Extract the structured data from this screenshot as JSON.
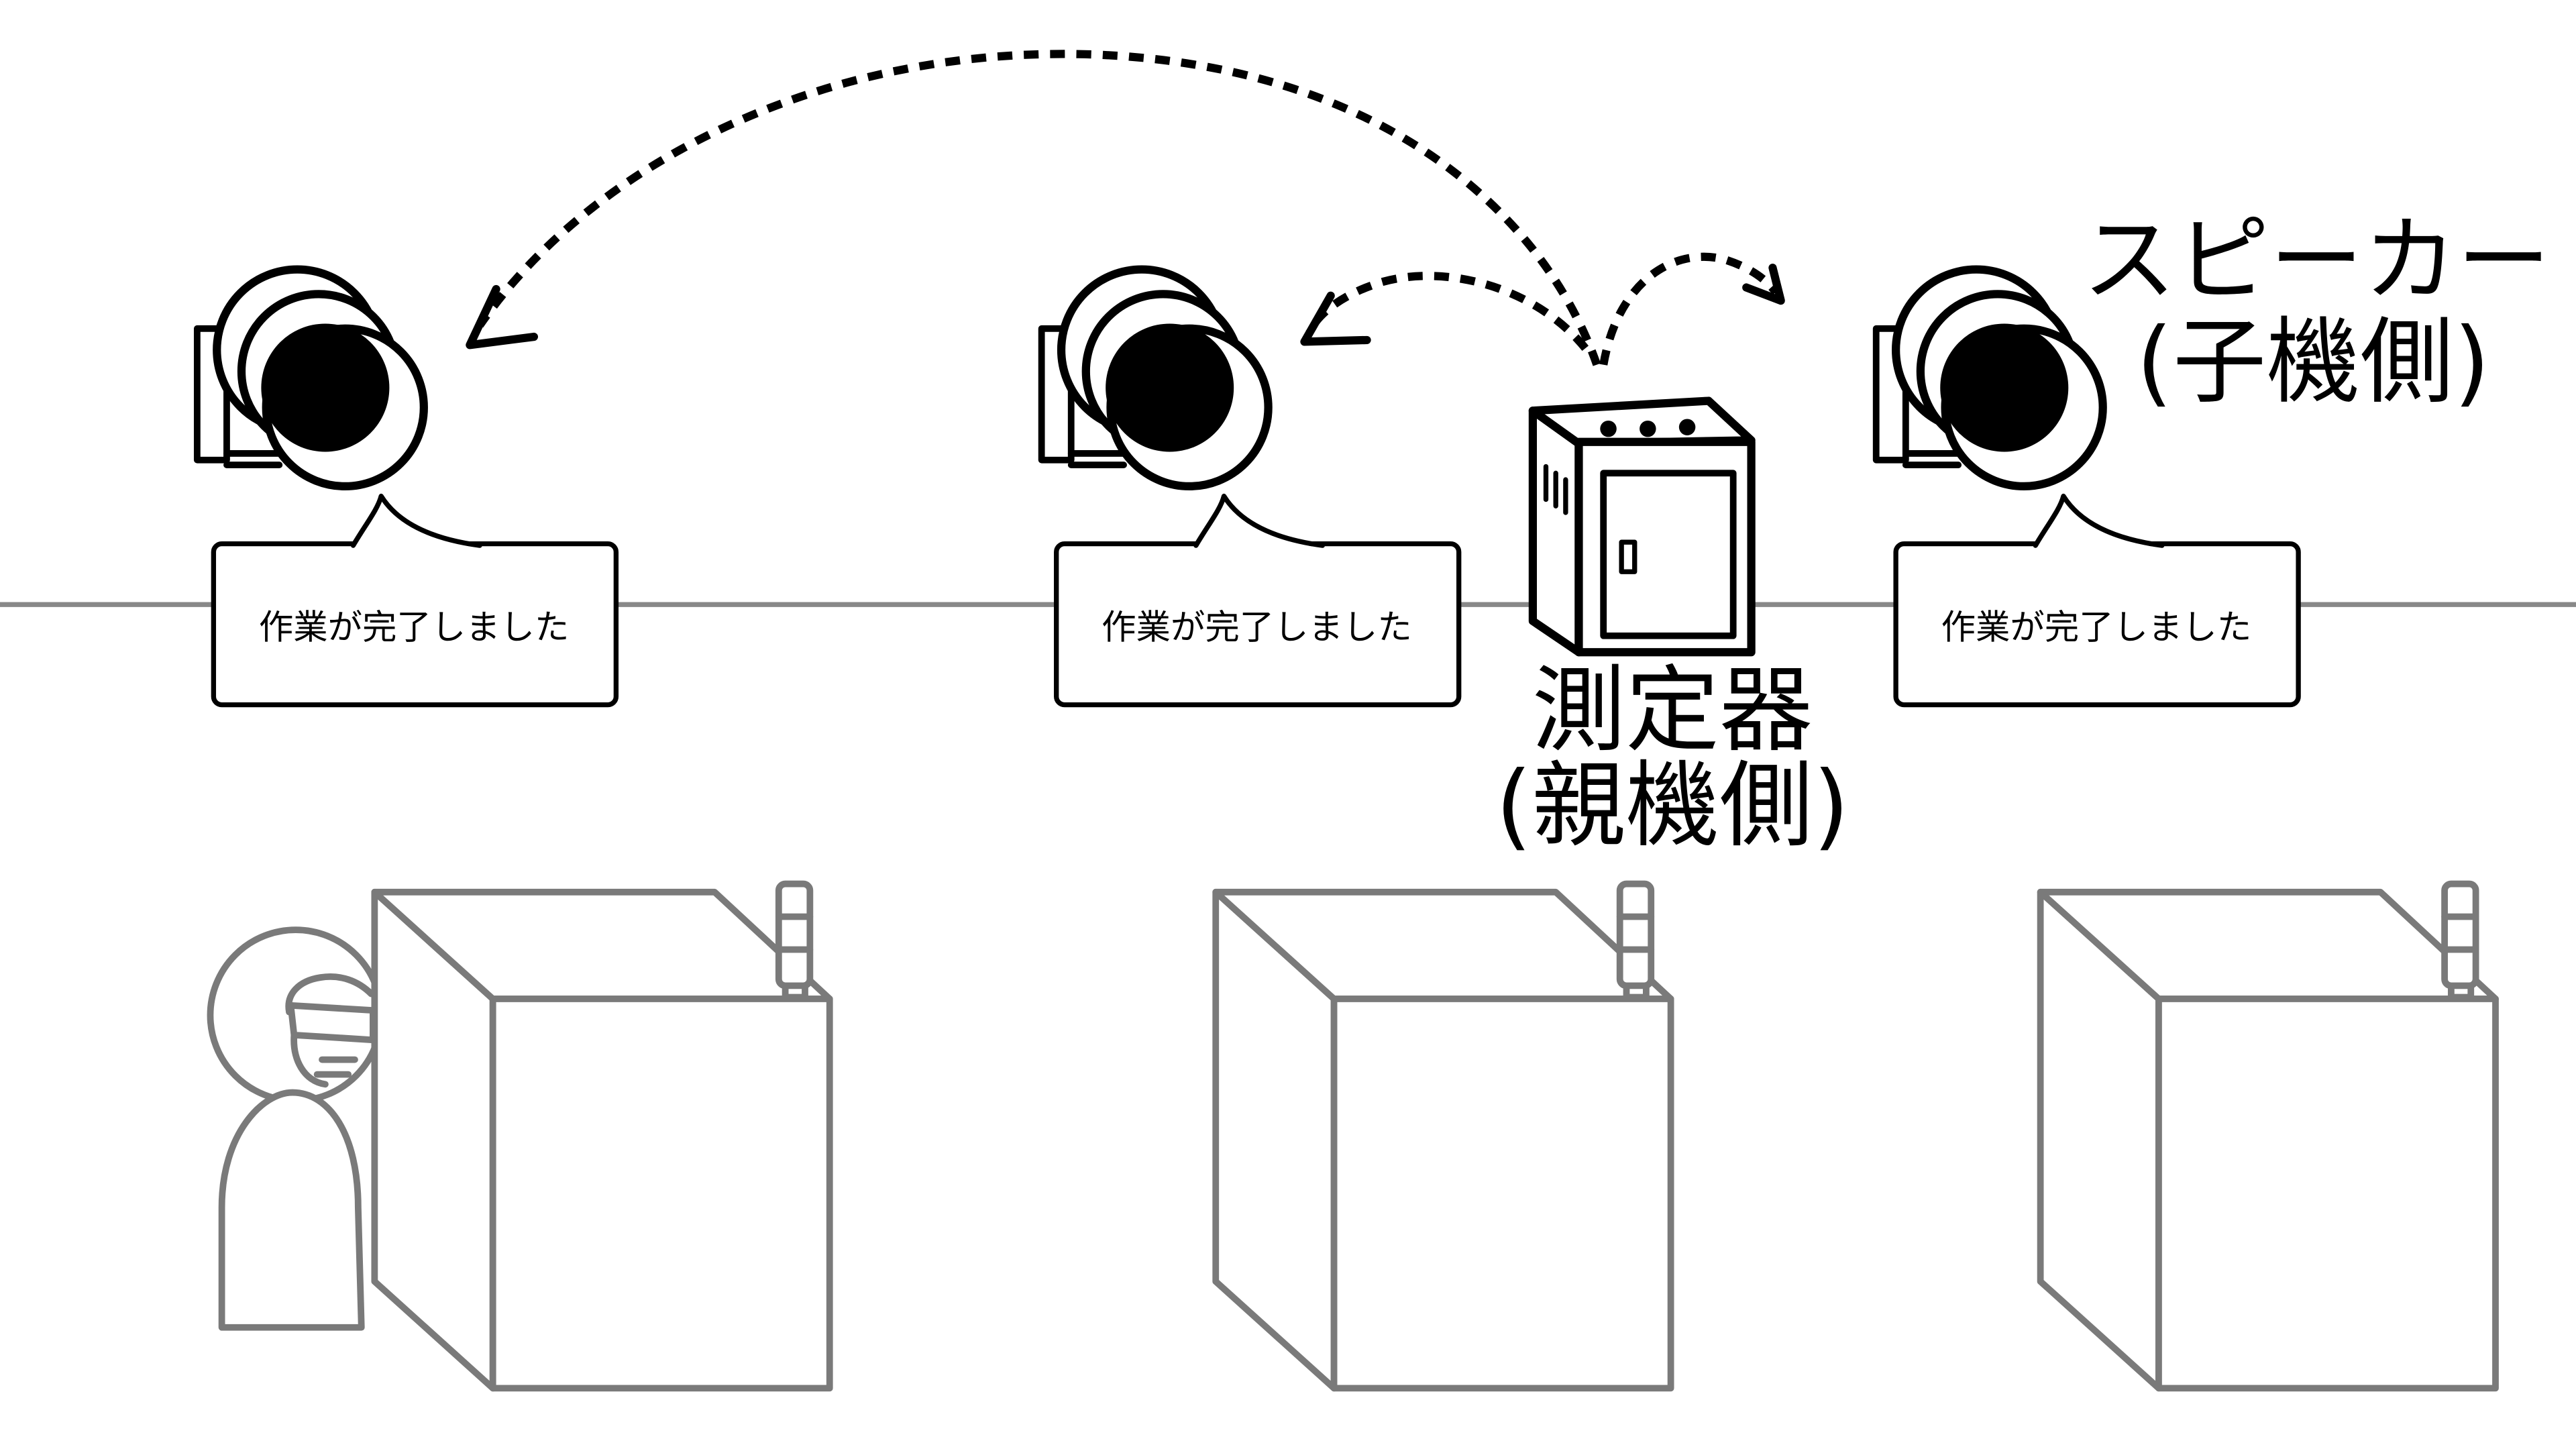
{
  "labels": {
    "speaker": {
      "line1": "スピーカー",
      "line2": "(子機側)"
    },
    "device": {
      "line1": "測定器",
      "line2": "(親機側)"
    }
  },
  "bubbles": [
    {
      "text": "作業が完了しました"
    },
    {
      "text": "作業が完了しました"
    },
    {
      "text": "作業が完了しました"
    }
  ],
  "icons": {
    "speaker": "speaker-horn-icon",
    "device": "measuring-device-icon",
    "machine": "machine-cube-icon",
    "tower": "signal-tower-icon",
    "person": "worker-icon"
  },
  "colors": {
    "ink": "#000000",
    "machine_gray": "#7a7a7a",
    "floor_line": "#888888",
    "background": "#ffffff"
  }
}
